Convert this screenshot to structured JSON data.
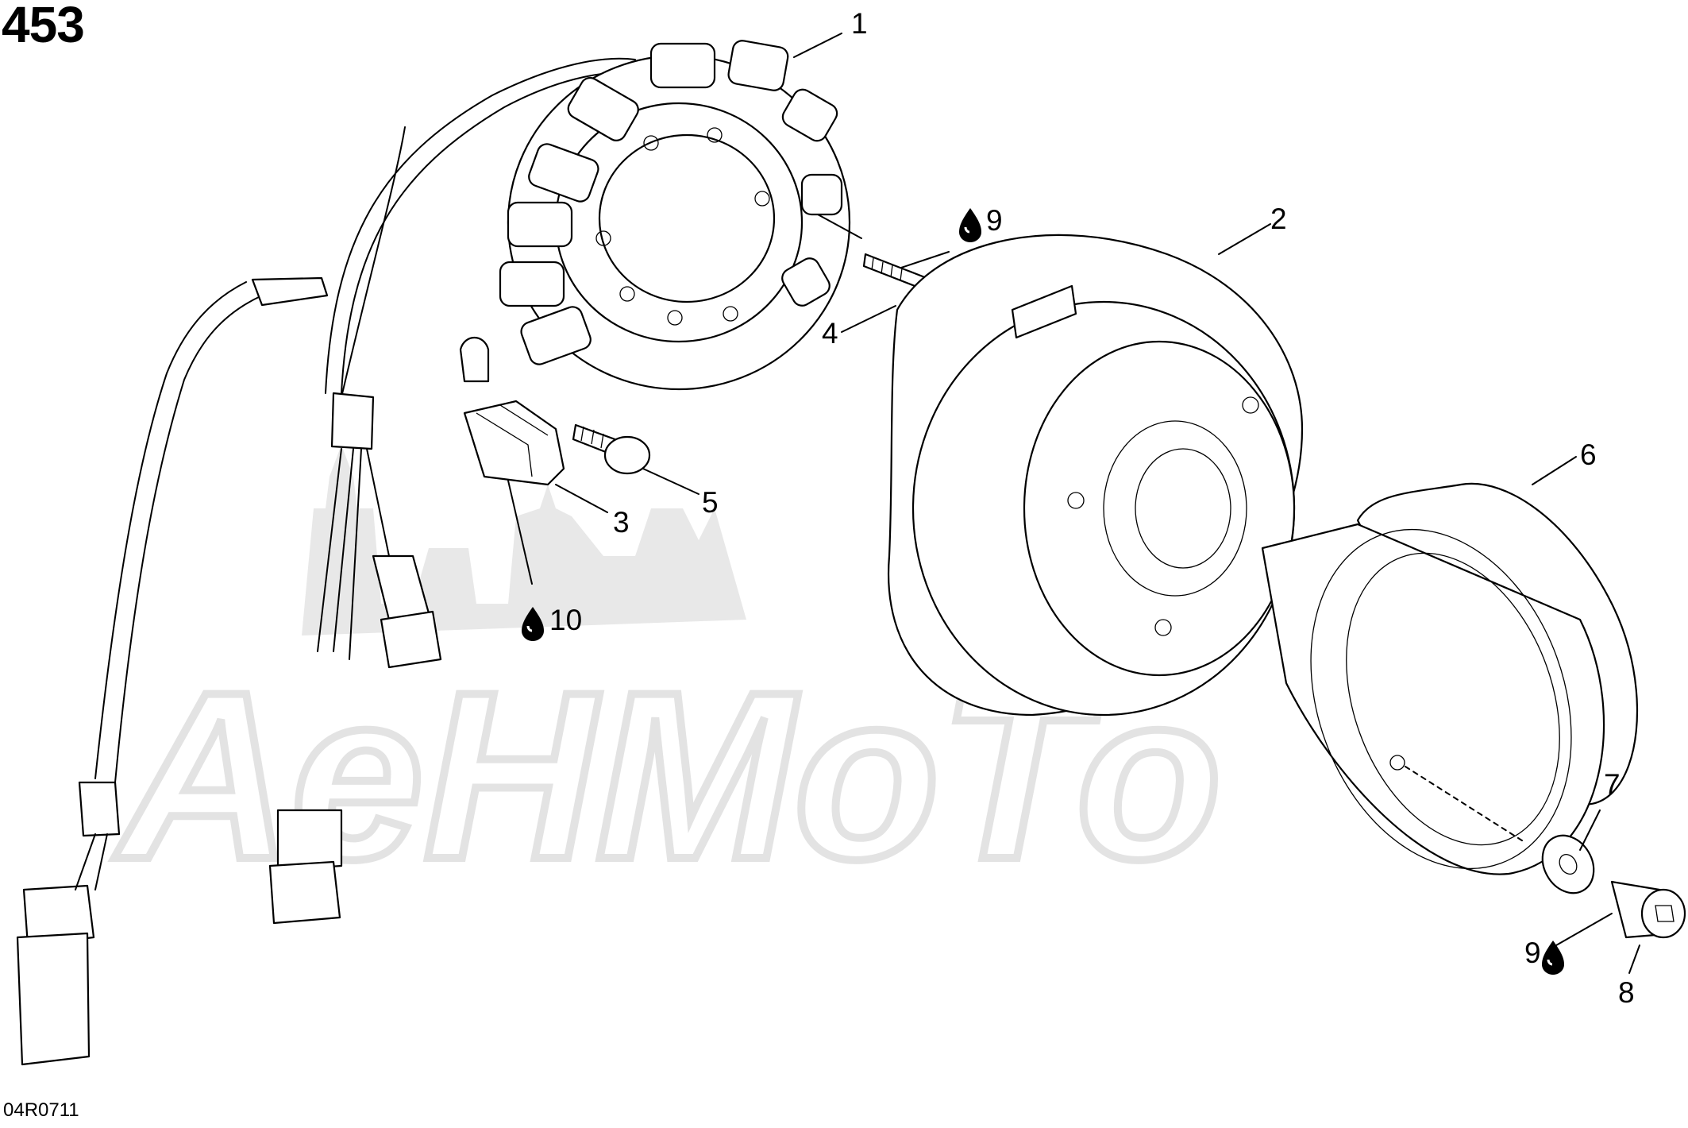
{
  "page_number": "453",
  "figure_code": "04R0711",
  "watermark_text": "AeHMoTo",
  "callouts": {
    "c1": "1",
    "c2": "2",
    "c3": "3",
    "c4": "4",
    "c5": "5",
    "c6": "6",
    "c7": "7",
    "c8": "8",
    "c9a": "9",
    "c9b": "9",
    "c10": "10"
  },
  "icons": {
    "lubricant": "oil-drop-icon"
  }
}
